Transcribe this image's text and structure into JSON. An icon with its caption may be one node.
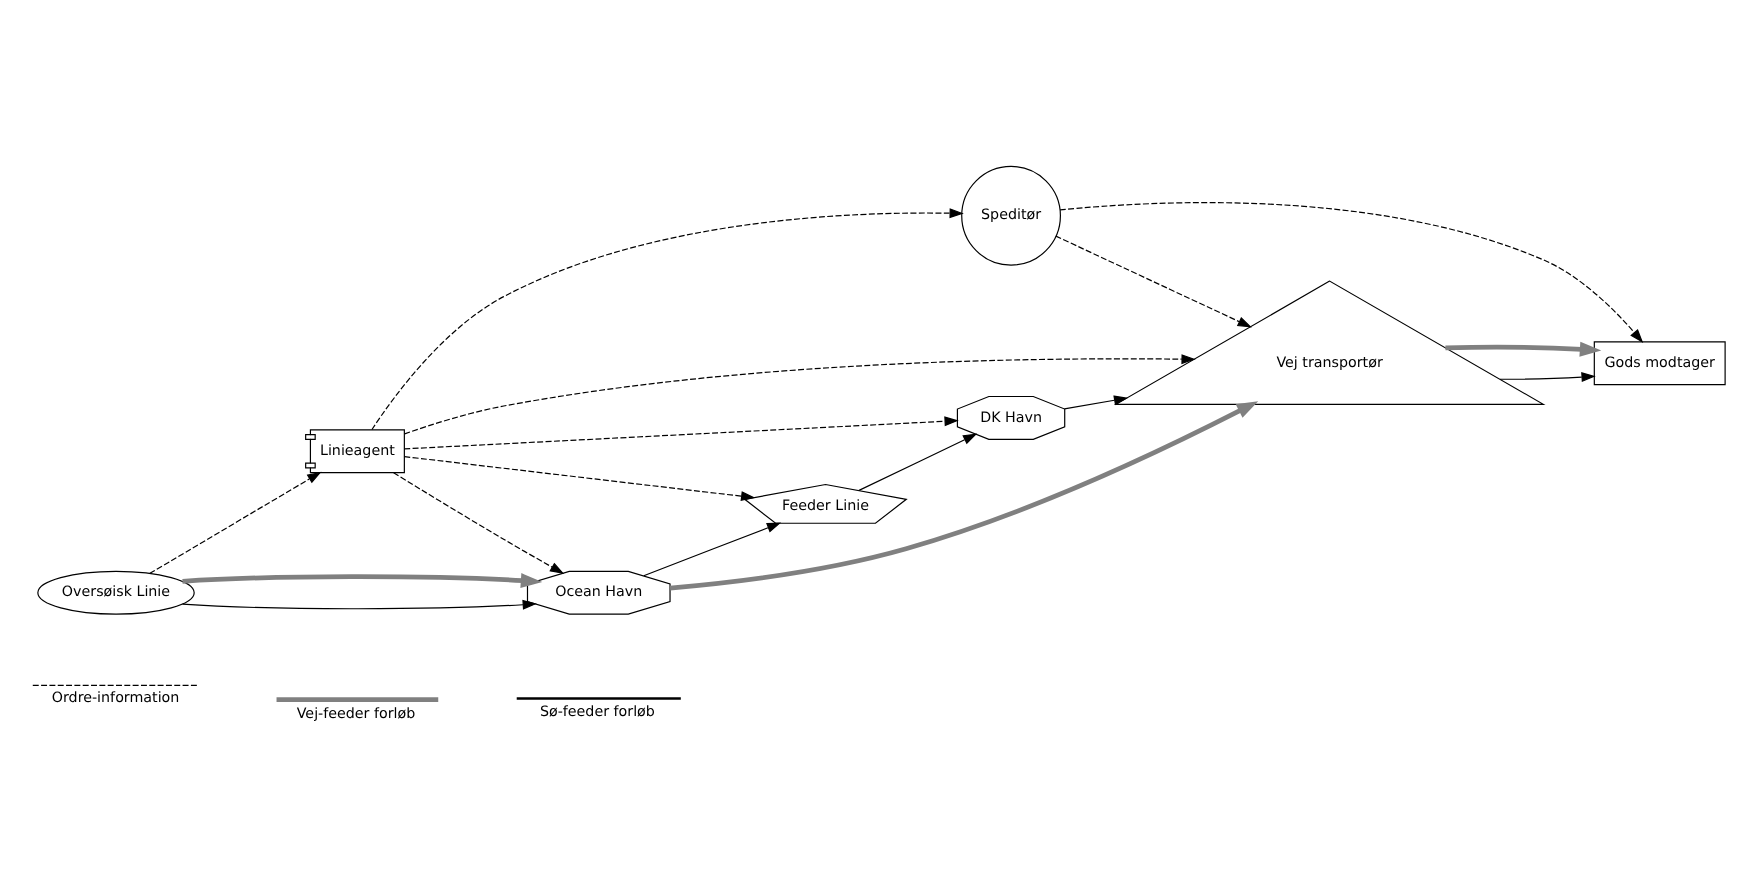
{
  "diagram": {
    "nodes": [
      {
        "text": [
          "Ocean Havn"
        ]
      },
      {
        "text": [
          "Feeder Linie"
        ]
      },
      {
        "text": [
          "DK Havn"
        ]
      },
      {
        "text": [
          "Vej transportør"
        ]
      },
      {
        "text": [
          "Oversøisk Linie"
        ]
      },
      {
        "text": [
          "Linieagent"
        ]
      },
      {
        "text": [
          "Speditør"
        ]
      },
      {
        "text": [
          "Gods modtager"
        ]
      }
    ],
    "edges": [
      {
        "from": 4,
        "to": 0,
        "arrow": "to"
      },
      {
        "from": 4,
        "to": 0,
        "arrow": "to",
        "style": "thick",
        "color": "#808080"
      },
      {
        "from": 0,
        "to": 1,
        "arrow": "to"
      },
      {
        "from": 1,
        "to": 2,
        "arrow": "to"
      },
      {
        "from": 2,
        "to": 3,
        "arrow": "to"
      },
      {
        "from": 0,
        "to": 3,
        "arrow": "to",
        "style": "thick",
        "color": "#808080"
      },
      {
        "from": 3,
        "to": 7,
        "arrow": "to"
      },
      {
        "from": 3,
        "to": 7,
        "arrow": "to",
        "style": "thick",
        "color": "#808080"
      },
      {
        "from": 4,
        "to": 5,
        "arrow": "to",
        "style": "dashed"
      },
      {
        "from": 5,
        "to": 0,
        "arrow": "to",
        "style": "dashed"
      },
      {
        "from": 5,
        "to": 1,
        "arrow": "to",
        "style": "dashed"
      },
      {
        "from": 5,
        "to": 2,
        "arrow": "to",
        "style": "dashed"
      },
      {
        "from": 5,
        "to": 3,
        "arrow": "to",
        "style": "dashed"
      },
      {
        "from": 5,
        "to": 6,
        "arrow": "to",
        "style": "dashed"
      },
      {
        "from": 6,
        "to": 3,
        "arrow": "to",
        "style": "dashed"
      },
      {
        "from": 6,
        "to": 7,
        "arrow": "to",
        "style": "dashed"
      }
    ],
    "legend": [
      {
        "text": "Ordre-information"
      },
      {
        "text": "Vej-feeder forløb"
      },
      {
        "text": "Sø-feeder forløb"
      }
    ]
  }
}
